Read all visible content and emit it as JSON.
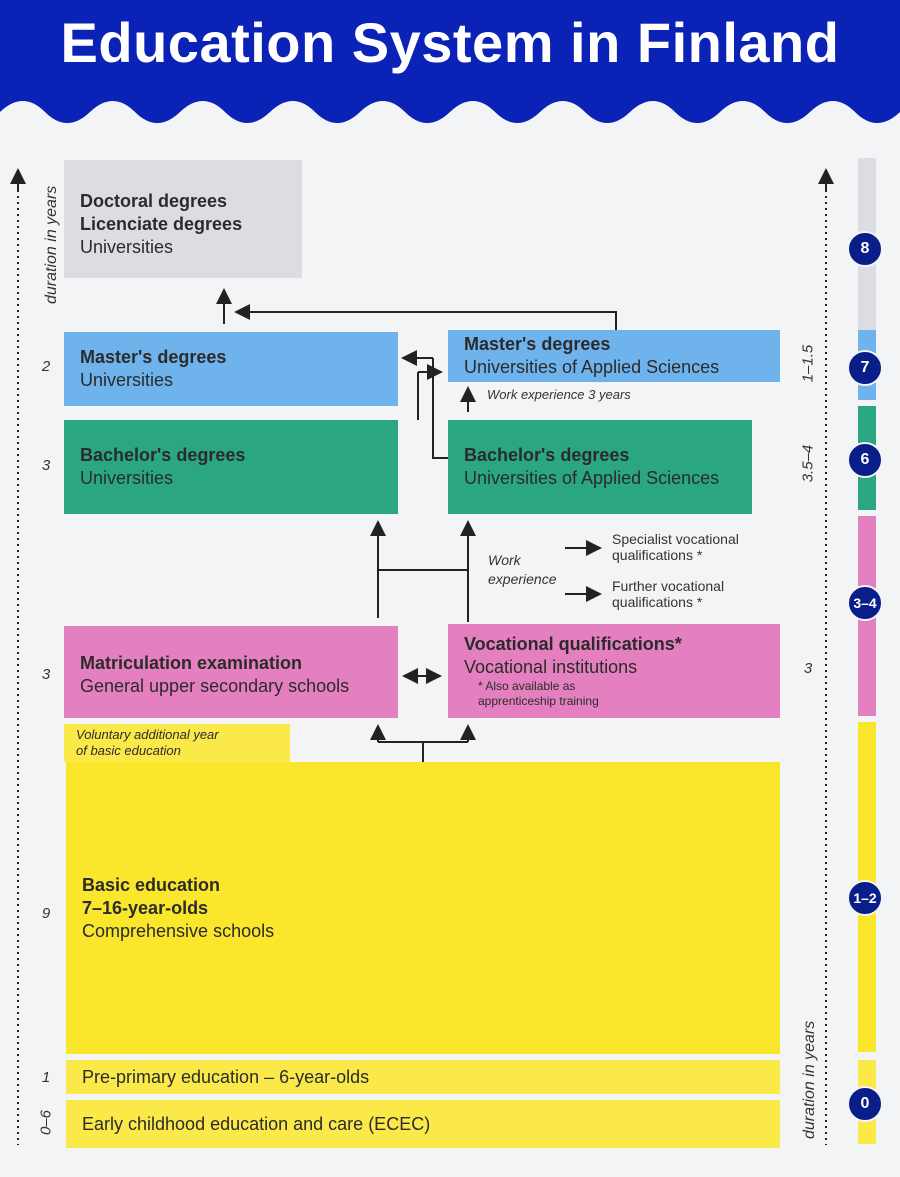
{
  "title": "Education System in Finland",
  "axis_label": "duration in years",
  "boxes": {
    "doctoral": {
      "line1": "Doctoral degrees",
      "line2": "Licenciate degrees",
      "line3": "Universities"
    },
    "masters_uni": {
      "line1": "Master's degrees",
      "line2": "Universities"
    },
    "masters_uas": {
      "line1": "Master's degrees",
      "line2": "Universities of Applied Sciences"
    },
    "work_exp_3": "Work experience 3 years",
    "bachelors_uni": {
      "line1": "Bachelor's degrees",
      "line2": "Universities"
    },
    "bachelors_uas": {
      "line1": "Bachelor's degrees",
      "line2": "Universities of Applied Sciences"
    },
    "work_experience": {
      "line1": "Work",
      "line2": "experience"
    },
    "specialist": {
      "line1": "Specialist vocational",
      "line2": "qualifications *"
    },
    "further": {
      "line1": "Further vocational",
      "line2": "qualifications *"
    },
    "matriculation": {
      "line1": "Matriculation examination",
      "line2": "General upper secondary schools"
    },
    "vocational": {
      "line1": "Vocational qualifications*",
      "line2": "Vocational institutions",
      "note1": "* Also available as",
      "note2": "apprenticeship training"
    },
    "voluntary": {
      "line1": "Voluntary additional year",
      "line2": "of basic education"
    },
    "basic": {
      "line1": "Basic education",
      "line2": "7–16-year-olds",
      "line3": "Comprehensive schools"
    },
    "preprimary": "Pre-primary education – 6-year-olds",
    "ecec": "Early childhood education and care (ECEC)"
  },
  "durations_left": {
    "masters": "2",
    "bachelors": "3",
    "upper_secondary": "3",
    "basic": "9",
    "preprimary": "1",
    "ecec": "0–6"
  },
  "durations_right": {
    "masters_uas": "1–1.5",
    "bachelors_uas": "3.5–4",
    "vocational": "3"
  },
  "levels": [
    "8",
    "7",
    "6",
    "3–4",
    "1–2",
    "0"
  ],
  "colors": {
    "header": "#0a22b5",
    "grey": "#dcdde2",
    "blue": "#6fb3ec",
    "green": "#2aa683",
    "pink": "#e480bf",
    "yellow": "#fae62a",
    "badge": "#0a1e8a"
  }
}
